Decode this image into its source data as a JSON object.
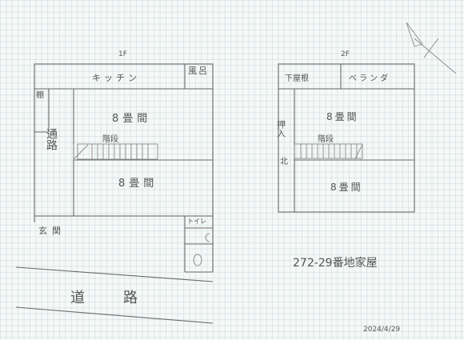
{
  "floor1": {
    "title": "1F",
    "kitchen": "キッチン",
    "bath": "風呂",
    "shelf": "棚",
    "corridor": "通路",
    "stairs": "階段",
    "room_upper": "8畳間",
    "room_lower": "8畳間",
    "toilet": "トイレ",
    "entrance": "玄関"
  },
  "floor2": {
    "title": "2F",
    "storage_roof": "下屋根",
    "veranda": "ベランダ",
    "closet": "押入",
    "closet_north": "北",
    "stairs": "階段",
    "room_upper": "8畳間",
    "room_lower": "8畳間"
  },
  "road": "道路",
  "caption": "272-29番地家屋",
  "date": "2024/4/29"
}
